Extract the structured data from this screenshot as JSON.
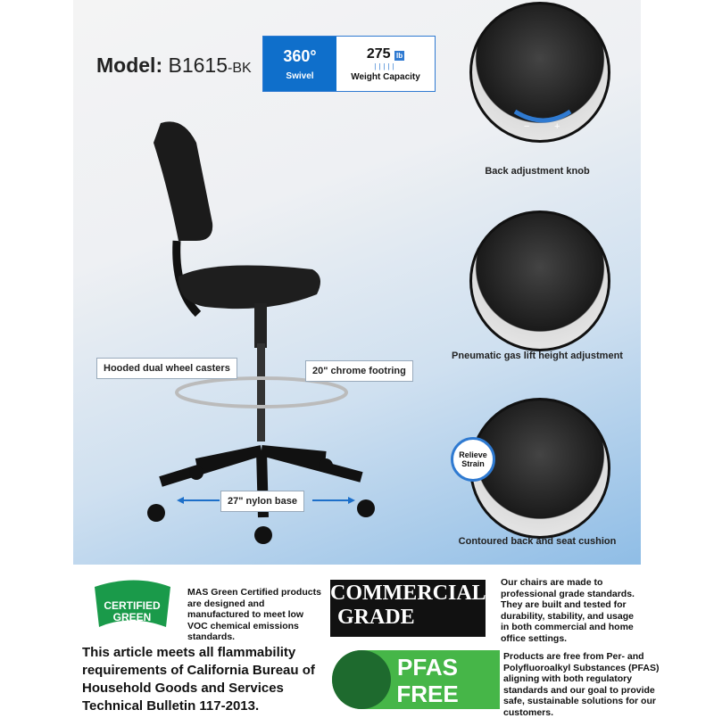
{
  "header": {
    "model_label": "Model:",
    "model_number": "B1615",
    "model_suffix": "-BK"
  },
  "badges": {
    "swivel_value": "360°",
    "swivel_label": "Swivel",
    "weight_value": "275",
    "weight_unit": "lb",
    "weight_label": "Weight Capacity",
    "accent": "#0f6fcb"
  },
  "features": [
    {
      "caption": "Back adjustment knob"
    },
    {
      "caption": "Pneumatic gas lift height adjustment"
    },
    {
      "caption": "Contoured back and seat cushion",
      "badge": "Relieve Strain"
    }
  ],
  "callouts": {
    "casters": "Hooded dual wheel casters",
    "footring": "20\" chrome footring",
    "base": "27\" nylon base"
  },
  "knob_signs": {
    "minus": "−",
    "plus": "+"
  },
  "certs": {
    "mas_logo": "MAS CERTIFIED GREEN for a healthier indoor environment",
    "mas_text": "MAS Green Certified products are designed and manufactured to meet low VOC chemical emissions standards.",
    "commercial_logo": [
      "COMMERCIAL",
      "GRADE"
    ],
    "commercial_text": "Our chairs are made to professional grade standards. They are built and tested for durability, stability, and usage in both commercial and home office settings.",
    "flammability_text": "This article meets all flammability requirements of California Bureau of Household Goods and Services Technical Bulletin 117-2013.",
    "pfas_logo": [
      "PFAS",
      "FREE"
    ],
    "pfas_text": "Products are free from Per- and Polyfluoroalkyl Substances (PFAS) aligning with both regulatory standards and our goal to provide safe, sustainable solutions for our customers."
  }
}
